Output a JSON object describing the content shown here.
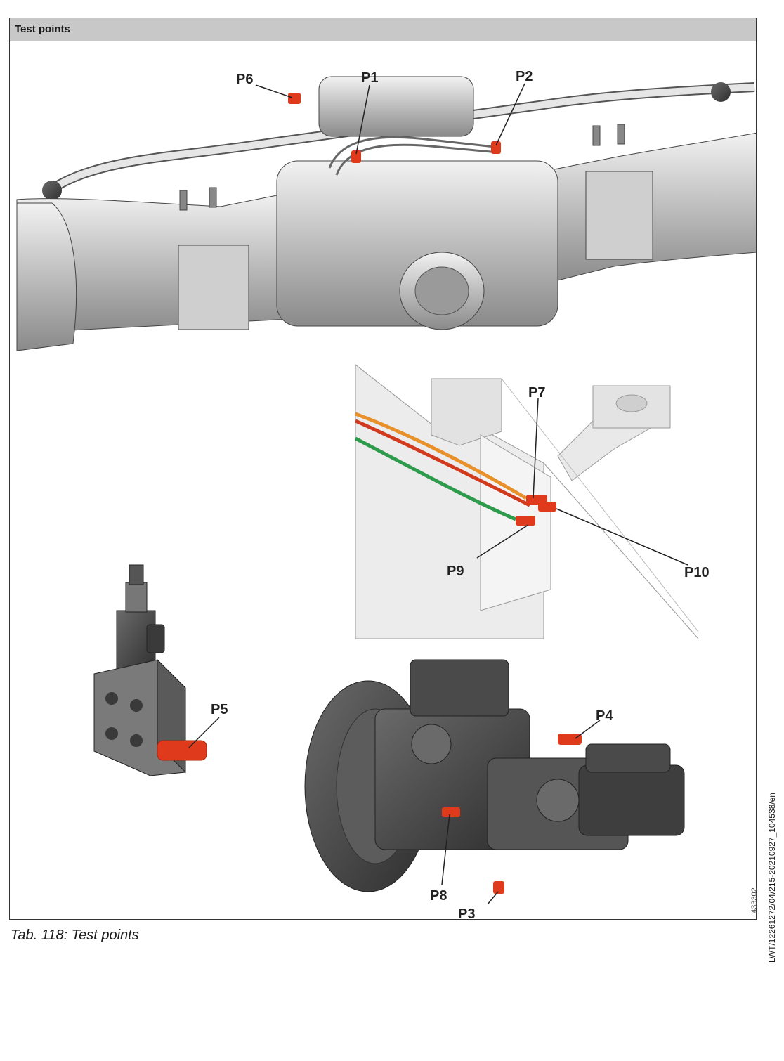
{
  "table": {
    "header": "Test points"
  },
  "image_number": "433302",
  "caption": "Tab. 118: Test points",
  "side_reference": "LWT/12261272/04/215-20210927_104538/en",
  "callouts": {
    "p1": "P1",
    "p2": "P2",
    "p3": "P3",
    "p4": "P4",
    "p5": "P5",
    "p6": "P6",
    "p7": "P7",
    "p8": "P8",
    "p9": "P9",
    "p10": "P10"
  },
  "colors": {
    "test_point_red": "#e03a1c",
    "metal_light": "#d6d6d6",
    "metal_dark": "#4a4a4a",
    "hose_orange": "#e8902a",
    "hose_red": "#d23a1e",
    "hose_green": "#2e9a4c"
  }
}
